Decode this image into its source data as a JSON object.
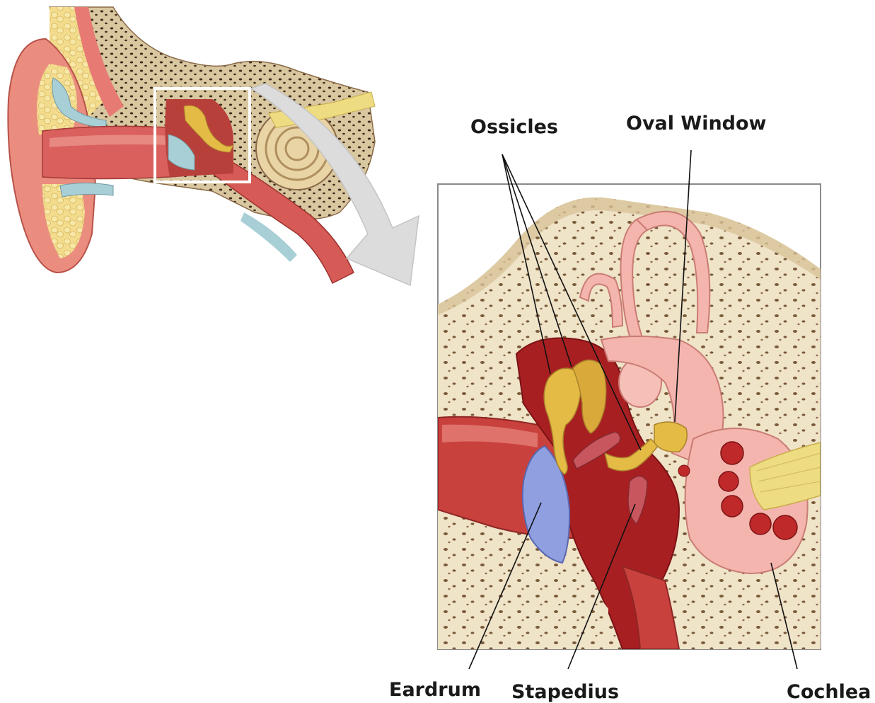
{
  "labels": {
    "ossicles": "Ossicles",
    "oval_window": "Oval Window",
    "eardrum": "Eardrum",
    "stapedius": "Stapedius",
    "cochlea": "Cochlea"
  },
  "colors": {
    "skin": "#e8877a",
    "canal": "#c94a45",
    "fat": "#f3dc8e",
    "bone": "#efe3c8",
    "bone_pores": "#7a5a3a",
    "cavity": "#a81f22",
    "eardrum": "#8f9fe0",
    "ossicle": "#e3bb45",
    "inner_ear": "#f4b5ae",
    "nerve": "#eedc83",
    "cartilage": "#a9cfd6",
    "arrow": "#dcdcdc",
    "leader": "#111111"
  }
}
